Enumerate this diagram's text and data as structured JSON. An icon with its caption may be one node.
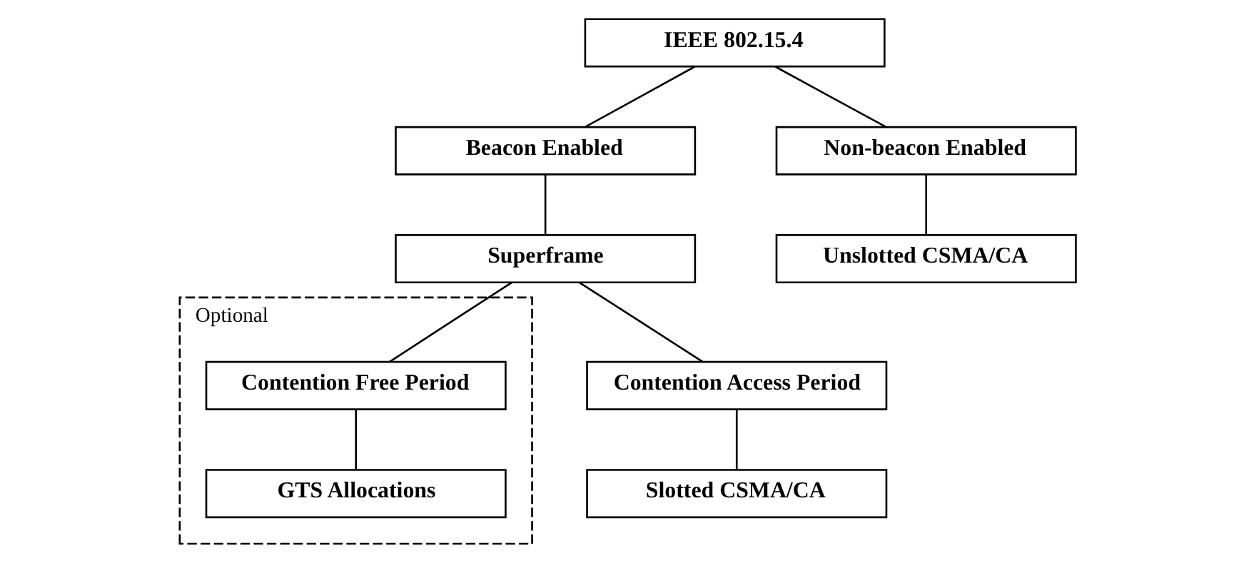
{
  "diagram": {
    "nodes": [
      {
        "text": [
          "IEEE 802.15.4"
        ]
      },
      {
        "text": [
          "Beacon Enabled"
        ]
      },
      {
        "text": [
          "Non-beacon Enabled"
        ]
      },
      {
        "text": [
          "Superframe"
        ]
      },
      {
        "text": [
          "Unslotted CSMA/CA"
        ]
      },
      {
        "text": [
          "Contention Access Period"
        ]
      },
      {
        "text": [
          "Optional"
        ]
      },
      {
        "text": [
          "Contention Free Period"
        ],
        "in": 6
      },
      {
        "text": [
          "Slotted CSMA/CA"
        ]
      },
      {
        "text": [
          "GTS Allocations"
        ],
        "in": 6
      }
    ],
    "edges": [
      {
        "from": 0,
        "to": 1,
        "arrow": "none"
      },
      {
        "from": 0,
        "to": 2,
        "arrow": "none"
      },
      {
        "from": 1,
        "to": 3,
        "arrow": "none"
      },
      {
        "from": 2,
        "to": 4,
        "arrow": "none"
      },
      {
        "from": 3,
        "to": 5,
        "arrow": "none"
      },
      {
        "from": 3,
        "to": 7,
        "arrow": "none"
      },
      {
        "from": 5,
        "to": 8,
        "arrow": "none"
      },
      {
        "from": 7,
        "to": 9,
        "arrow": "none"
      }
    ]
  }
}
